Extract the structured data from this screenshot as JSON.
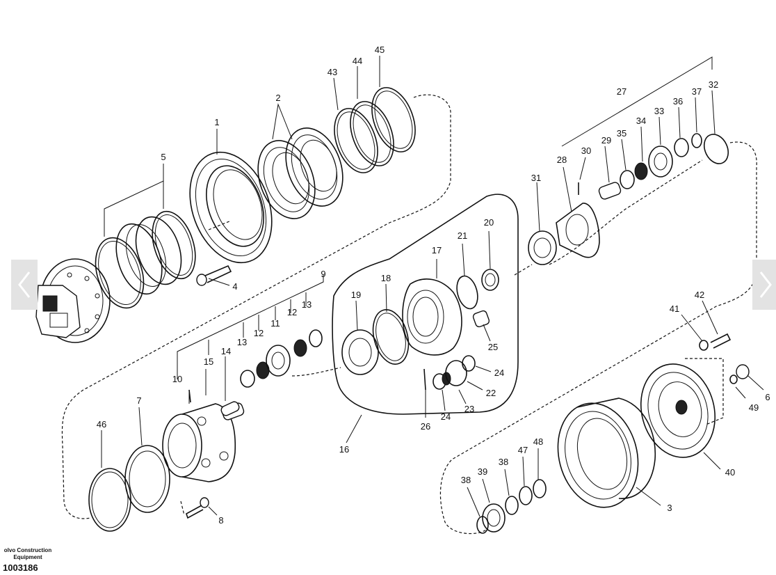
{
  "labels": [
    {
      "id": "1",
      "text": "1"
    },
    {
      "id": "2",
      "text": "2"
    },
    {
      "id": "3",
      "text": "3"
    },
    {
      "id": "4",
      "text": "4"
    },
    {
      "id": "5",
      "text": "5"
    },
    {
      "id": "6",
      "text": "6"
    },
    {
      "id": "7",
      "text": "7"
    },
    {
      "id": "8",
      "text": "8"
    },
    {
      "id": "9",
      "text": "9"
    },
    {
      "id": "10",
      "text": "10"
    },
    {
      "id": "11",
      "text": "11"
    },
    {
      "id": "12a",
      "text": "12"
    },
    {
      "id": "12b",
      "text": "12"
    },
    {
      "id": "13a",
      "text": "13"
    },
    {
      "id": "13b",
      "text": "13"
    },
    {
      "id": "14",
      "text": "14"
    },
    {
      "id": "15",
      "text": "15"
    },
    {
      "id": "16",
      "text": "16"
    },
    {
      "id": "17",
      "text": "17"
    },
    {
      "id": "18",
      "text": "18"
    },
    {
      "id": "19",
      "text": "19"
    },
    {
      "id": "20",
      "text": "20"
    },
    {
      "id": "21",
      "text": "21"
    },
    {
      "id": "22",
      "text": "22"
    },
    {
      "id": "23",
      "text": "23"
    },
    {
      "id": "24a",
      "text": "24"
    },
    {
      "id": "24b",
      "text": "24"
    },
    {
      "id": "25",
      "text": "25"
    },
    {
      "id": "26",
      "text": "26"
    },
    {
      "id": "27",
      "text": "27"
    },
    {
      "id": "28",
      "text": "28"
    },
    {
      "id": "29",
      "text": "29"
    },
    {
      "id": "30",
      "text": "30"
    },
    {
      "id": "31",
      "text": "31"
    },
    {
      "id": "32",
      "text": "32"
    },
    {
      "id": "33",
      "text": "33"
    },
    {
      "id": "34",
      "text": "34"
    },
    {
      "id": "35",
      "text": "35"
    },
    {
      "id": "36",
      "text": "36"
    },
    {
      "id": "37",
      "text": "37"
    },
    {
      "id": "38a",
      "text": "38"
    },
    {
      "id": "38b",
      "text": "38"
    },
    {
      "id": "39",
      "text": "39"
    },
    {
      "id": "40",
      "text": "40"
    },
    {
      "id": "41",
      "text": "41"
    },
    {
      "id": "42",
      "text": "42"
    },
    {
      "id": "43",
      "text": "43"
    },
    {
      "id": "44",
      "text": "44"
    },
    {
      "id": "45",
      "text": "45"
    },
    {
      "id": "46",
      "text": "46"
    },
    {
      "id": "47",
      "text": "47"
    },
    {
      "id": "48",
      "text": "48"
    },
    {
      "id": "49",
      "text": "49"
    }
  ],
  "footer": {
    "brand_line": "olvo Construction",
    "brand_line2": "Equipment",
    "doc_number": "1003186"
  },
  "nav": {
    "prev_icon": "chevron-left-icon",
    "next_icon": "chevron-right-icon"
  },
  "colors": {
    "line": "#111111",
    "background": "#ffffff",
    "nav_button": "#e3e3e3",
    "nav_chevron": "#ffffff"
  }
}
